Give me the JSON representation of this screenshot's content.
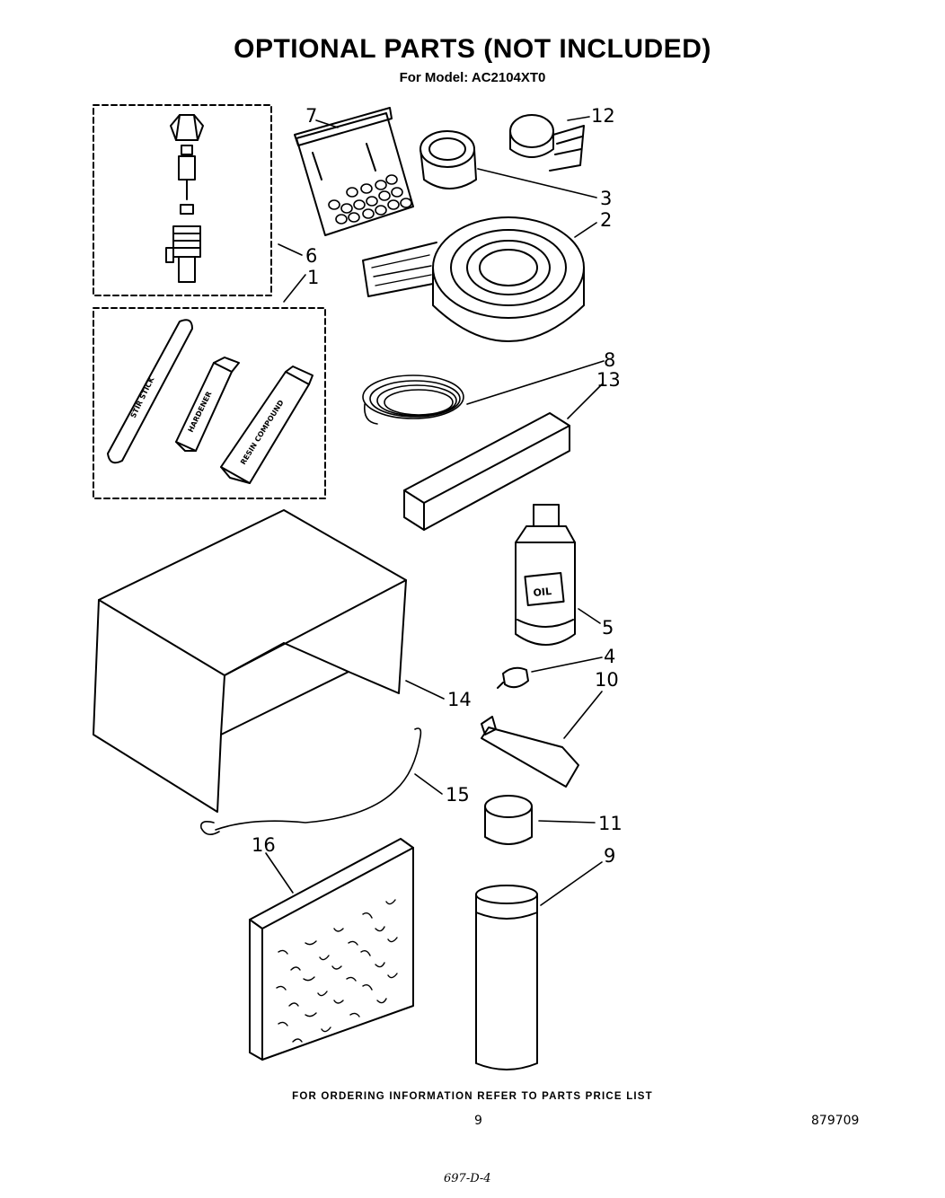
{
  "header": {
    "title": "OPTIONAL PARTS (NOT INCLUDED)",
    "subtitle": "For Model: AC2104XT0"
  },
  "callouts": [
    {
      "id": "c7",
      "text": "7"
    },
    {
      "id": "c12",
      "text": "12"
    },
    {
      "id": "c3",
      "text": "3"
    },
    {
      "id": "c2",
      "text": "2"
    },
    {
      "id": "c6",
      "text": "6"
    },
    {
      "id": "c1",
      "text": "1"
    },
    {
      "id": "c8",
      "text": "8"
    },
    {
      "id": "c13",
      "text": "13"
    },
    {
      "id": "c5",
      "text": "5"
    },
    {
      "id": "c4",
      "text": "4"
    },
    {
      "id": "c10",
      "text": "10"
    },
    {
      "id": "c14",
      "text": "14"
    },
    {
      "id": "c15",
      "text": "15"
    },
    {
      "id": "c11",
      "text": "11"
    },
    {
      "id": "c16",
      "text": "16"
    },
    {
      "id": "c9",
      "text": "9"
    }
  ],
  "labels": {
    "stir_stick": "STIR STICK",
    "hardener": "HARDENER",
    "resin_compound": "RESIN COMPOUND",
    "oil": "OIL"
  },
  "footer": {
    "ordering_note": "FOR ORDERING INFORMATION REFER TO PARTS PRICE LIST",
    "page_number": "9",
    "doc_number": "879709",
    "handwritten": "697-D-4"
  }
}
